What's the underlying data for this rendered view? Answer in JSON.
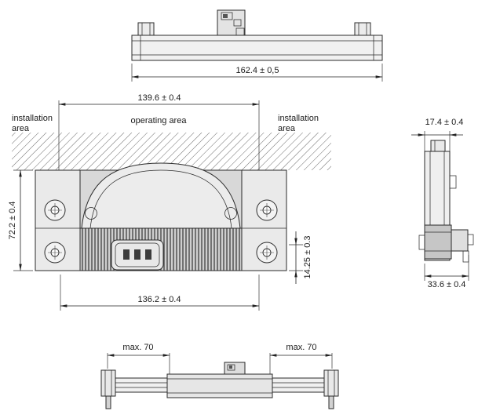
{
  "drawing": {
    "labels": {
      "installation_line1": "installation",
      "installation_line2": "area",
      "operating_area": "operating area"
    },
    "dimensions": {
      "top_view_width": "162.4 ± 0,5",
      "front_top_width": "139.6 ± 0.4",
      "front_bottom_width": "136.2 ± 0.4",
      "front_height": "72.2 ± 0.4",
      "connector_height": "14.25 ± 0.3",
      "side_top_width": "17.4 ± 0.4",
      "side_total_width": "33.6 ± 0.4",
      "clearance_left": "max. 70",
      "clearance_right": "max. 70"
    }
  }
}
